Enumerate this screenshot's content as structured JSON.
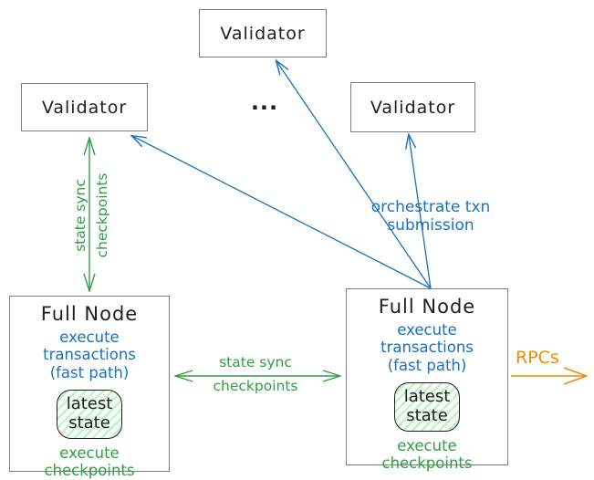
{
  "diagram": {
    "validators": {
      "top": {
        "label": "Validator"
      },
      "left": {
        "label": "Validator"
      },
      "right": {
        "label": "Validator"
      },
      "ellipsis": "..."
    },
    "full_node_left": {
      "title": "Full Node",
      "exec_transactions": "execute transactions",
      "fast_path": "(fast path)",
      "latest_state": "latest state",
      "exec_checkpoints": "execute checkpoints"
    },
    "full_node_right": {
      "title": "Full Node",
      "exec_transactions": "execute transactions",
      "fast_path": "(fast path)",
      "latest_state": "latest state",
      "exec_checkpoints": "execute checkpoints"
    },
    "labels": {
      "state_sync_vertical_line1": "state sync",
      "state_sync_vertical_line2": "checkpoints",
      "state_sync_horizontal_line1": "state sync",
      "state_sync_horizontal_line2": "checkpoints",
      "orchestrate": "orchestrate txn submission",
      "rpcs": "RPCs"
    },
    "colors": {
      "blue": "#1971c2",
      "green": "#2f9e44",
      "orange": "#f08c00",
      "text": "#1e1e1e",
      "box_border": "#7d7d7d",
      "state_fill": "#e8f8ec"
    }
  }
}
